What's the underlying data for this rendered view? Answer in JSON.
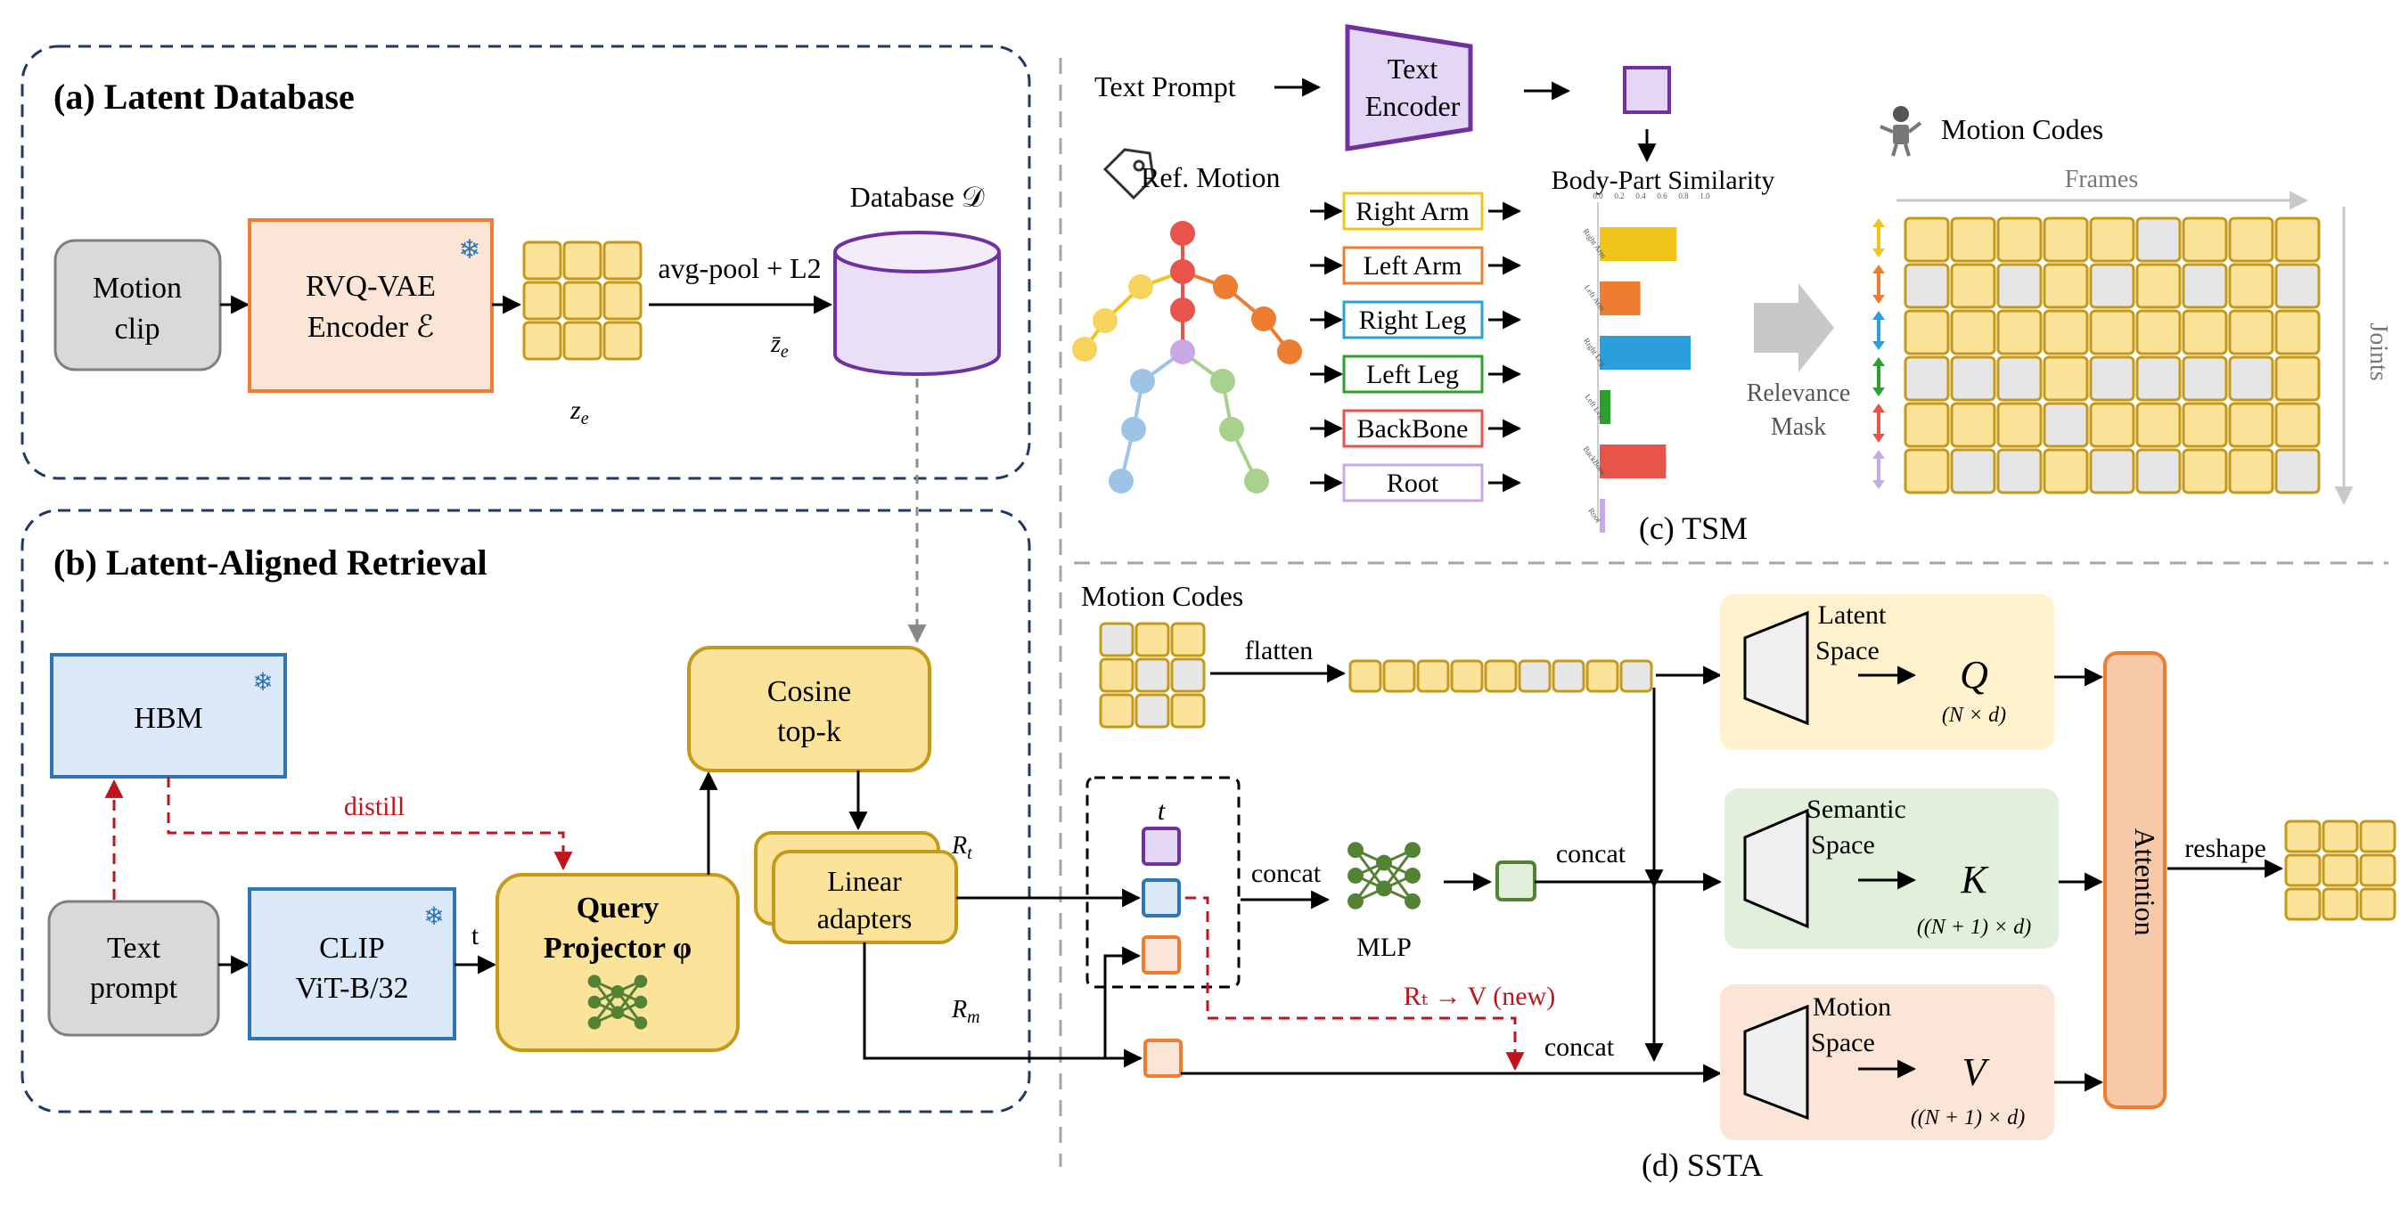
{
  "panel_a": {
    "title": "(a) Latent Database",
    "motion_clip": [
      "Motion",
      "clip"
    ],
    "encoder": [
      "RVQ-VAE",
      "Encoder ℰ"
    ],
    "encoder_frozen_icon": "snowflake-icon",
    "ze_label": "z",
    "ze_sub": "e",
    "pool_label": "avg-pool + L2",
    "zbar_label": "z̄",
    "zbar_sub": "e",
    "database_label": "Database 𝒟"
  },
  "panel_b": {
    "title": "(b) Latent-Aligned Retrieval",
    "hbm": "HBM",
    "distill": "distill",
    "text_prompt": [
      "Text",
      "prompt"
    ],
    "clip": [
      "CLIP",
      "ViT-B/32"
    ],
    "t_label": "t",
    "query_projector": [
      "Query",
      "Projector φ"
    ],
    "cosine": [
      "Cosine",
      "top-k"
    ],
    "linear_adapters": [
      "Linear",
      "adapters"
    ],
    "rt_label": "R",
    "rt_sub": "t",
    "rm_label": "R",
    "rm_sub": "m"
  },
  "panel_c": {
    "title": "(c) TSM",
    "text_prompt": "Text Prompt",
    "text_encoder": [
      "Text",
      "Encoder"
    ],
    "ref_motion": "Ref. Motion",
    "parts": [
      "Right Arm",
      "Left Arm",
      "Right Leg",
      "Left Leg",
      "BackBone",
      "Root"
    ],
    "part_colors": [
      "#f0c419",
      "#ed7d31",
      "#2b9fde",
      "#2ca02c",
      "#e8534a",
      "#c9a8e6"
    ],
    "similarity_title": "Body-Part Similarity",
    "relevance_mask": [
      "Relevance",
      "Mask"
    ],
    "motion_codes": "Motion Codes",
    "frames": "Frames",
    "joints": "Joints",
    "mask_grid": [
      [
        1,
        1,
        1,
        1,
        1,
        0,
        1,
        1,
        1
      ],
      [
        0,
        1,
        0,
        1,
        0,
        1,
        0,
        1,
        0
      ],
      [
        1,
        1,
        1,
        1,
        1,
        1,
        1,
        1,
        1
      ],
      [
        0,
        0,
        0,
        1,
        0,
        0,
        0,
        0,
        1
      ],
      [
        1,
        1,
        1,
        0,
        1,
        1,
        1,
        1,
        1
      ],
      [
        1,
        0,
        0,
        1,
        0,
        0,
        1,
        1,
        0
      ]
    ]
  },
  "chart_data": {
    "type": "bar",
    "title": "Body-Part Similarity",
    "categories": [
      "Right Arm",
      "Left Arm",
      "Right Leg",
      "Left Leg",
      "BackBone",
      "Root"
    ],
    "values": [
      0.72,
      0.38,
      0.85,
      0.1,
      0.62,
      0.05
    ],
    "xlim": [
      0,
      1.0
    ],
    "xticks": [
      "0.0",
      "0.2",
      "0.4",
      "0.6",
      "0.8",
      "1.0"
    ],
    "colors": [
      "#f0c419",
      "#ed7d31",
      "#2b9fde",
      "#2ca02c",
      "#e8534a",
      "#c9a8e6"
    ]
  },
  "panel_d": {
    "title": "(d) SSTA",
    "motion_codes": "Motion Codes",
    "flatten": "flatten",
    "t_label": "t",
    "concat1": "concat",
    "mlp": "MLP",
    "concat2": "concat",
    "concat3": "concat",
    "rt_v": "Rₜ → V  (new)",
    "latent_space": [
      "Latent",
      "Space"
    ],
    "semantic_space": [
      "Semantic",
      "Space"
    ],
    "motion_space": [
      "Motion",
      "Space"
    ],
    "q": "Q",
    "q_dim": "(N × d)",
    "k": "K",
    "k_dim": "((N + 1) × d)",
    "v": "V",
    "v_dim": "((N + 1) × d)",
    "attention": "Attention",
    "reshape": "reshape",
    "code_grid": [
      [
        0,
        1,
        1
      ],
      [
        1,
        0,
        0
      ],
      [
        1,
        0,
        1
      ]
    ]
  }
}
